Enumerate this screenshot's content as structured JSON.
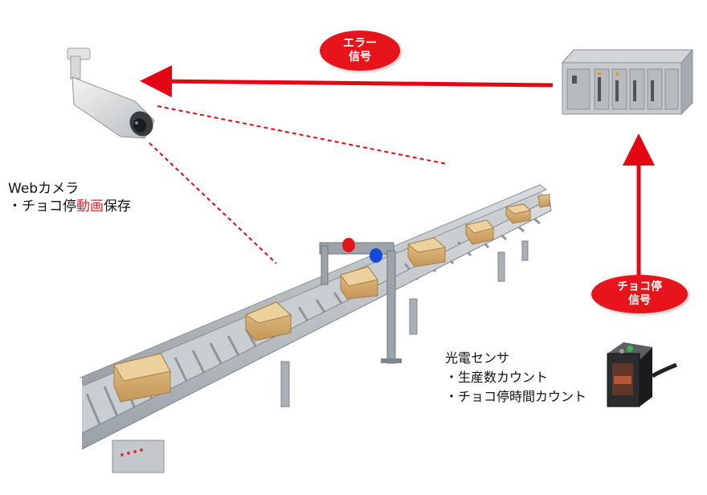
{
  "signals": {
    "error_signal": [
      "エラー",
      "信号"
    ],
    "stop_signal": [
      "チョコ停",
      "信号"
    ]
  },
  "camera": {
    "title": "Webカメラ",
    "feature_prefix": "・チョコ停",
    "feature_highlight": "動画",
    "feature_suffix": "保存"
  },
  "sensor": {
    "title": "光電センサ",
    "features": [
      "・生産数カウント",
      "・チョコ停時間カウント"
    ]
  },
  "colors": {
    "accent_red": "#e8141c",
    "arrow_red": "#e30613",
    "highlight_text": "#e8202a"
  },
  "icons": [
    "webcam-icon",
    "plc-icon",
    "photoelectric-sensor-icon",
    "conveyor-belt-illustration",
    "signal-tower-icon"
  ]
}
